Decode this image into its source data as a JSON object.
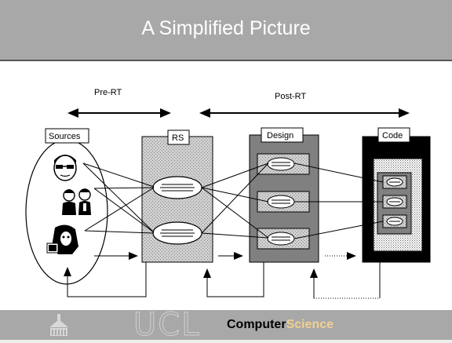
{
  "slide": {
    "title": "A Simplified Picture"
  },
  "diagram": {
    "phase_pre": "Pre-RT",
    "phase_post": "Post-RT",
    "box_sources": "Sources",
    "box_rs": "RS",
    "box_design": "Design",
    "box_code": "Code"
  },
  "footer": {
    "logo_text": "UCL",
    "brand_part1": "Computer",
    "brand_part2": "Science"
  },
  "colors": {
    "title_bar": "#a8a8a8",
    "accent_science": "#f2d090",
    "design_box": "#808080",
    "code_box": "#000000"
  }
}
